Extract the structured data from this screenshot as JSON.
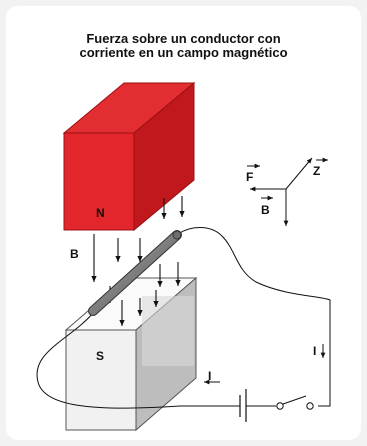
{
  "title": {
    "line1": "Fuerza sobre un conductor con",
    "line2": "corriente en un campo magnético"
  },
  "labels": {
    "north": "N",
    "south": "S",
    "field": "B",
    "current_loop": "I",
    "current_right": "I"
  },
  "axes": {
    "force": "F",
    "z": "Z",
    "field": "B"
  },
  "colors": {
    "magnet_north": "#e0242a",
    "magnet_south": "#f4f4f4",
    "conductor": "#8a8a8a"
  }
}
